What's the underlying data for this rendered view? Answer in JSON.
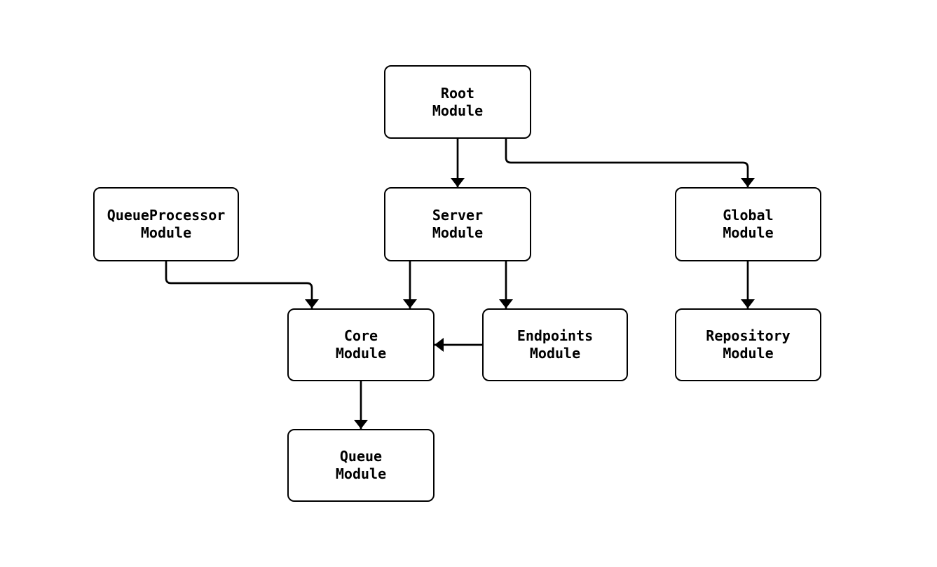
{
  "diagram": {
    "type": "flowchart",
    "background_color": "#ffffff",
    "node_fill_color": "#ffffff",
    "stroke_color": "#000000",
    "nodes": {
      "root": {
        "label": "Root\nModule"
      },
      "queue_processor": {
        "label": "QueueProcessor\nModule"
      },
      "server": {
        "label": "Server\nModule"
      },
      "global": {
        "label": "Global\nModule"
      },
      "core": {
        "label": "Core\nModule"
      },
      "endpoints": {
        "label": "Endpoints\nModule"
      },
      "repository": {
        "label": "Repository\nModule"
      },
      "queue": {
        "label": "Queue\nModule"
      }
    },
    "edges": [
      {
        "from": "root",
        "to": "server"
      },
      {
        "from": "root",
        "to": "global"
      },
      {
        "from": "queue_processor",
        "to": "core"
      },
      {
        "from": "server",
        "to": "core"
      },
      {
        "from": "server",
        "to": "endpoints"
      },
      {
        "from": "endpoints",
        "to": "core"
      },
      {
        "from": "global",
        "to": "repository"
      },
      {
        "from": "core",
        "to": "queue"
      }
    ]
  }
}
